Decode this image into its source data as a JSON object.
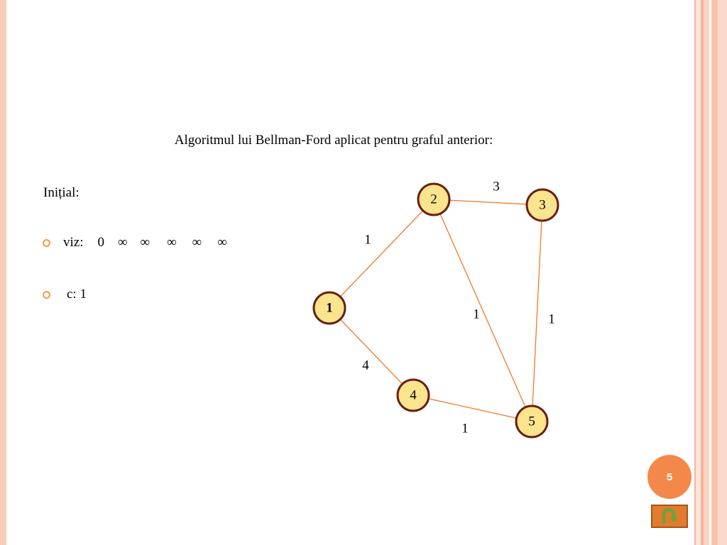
{
  "slide": {
    "title": "Algoritmul lui Bellman-Ford aplicat pentru graful anterior:",
    "initial_label": "Inițial:",
    "bullets": {
      "viz": {
        "label": "viz:",
        "values": [
          "0",
          "∞",
          "∞",
          "∞",
          "∞",
          "∞"
        ]
      },
      "c": {
        "text": "c: 1"
      }
    },
    "page_number": "5",
    "back_button_icon": "u-turn-back-icon"
  },
  "colors": {
    "edge": "#f07a2a",
    "node_fill": "#fbe48e",
    "node_border": "#6b1e14",
    "accent": "#f4884a",
    "bullet": "#f59a4c"
  },
  "graph": {
    "nodes": [
      {
        "id": "1",
        "label": "1"
      },
      {
        "id": "2",
        "label": "2"
      },
      {
        "id": "3",
        "label": "3"
      },
      {
        "id": "4",
        "label": "4"
      },
      {
        "id": "5",
        "label": "5"
      }
    ],
    "edges": [
      {
        "from": "2",
        "to": "3",
        "weight": "3"
      },
      {
        "from": "1",
        "to": "2",
        "weight": "1"
      },
      {
        "from": "2",
        "to": "5",
        "weight": "1"
      },
      {
        "from": "3",
        "to": "5",
        "weight": "1"
      },
      {
        "from": "1",
        "to": "4",
        "weight": "4"
      },
      {
        "from": "4",
        "to": "5",
        "weight": "1"
      }
    ]
  }
}
